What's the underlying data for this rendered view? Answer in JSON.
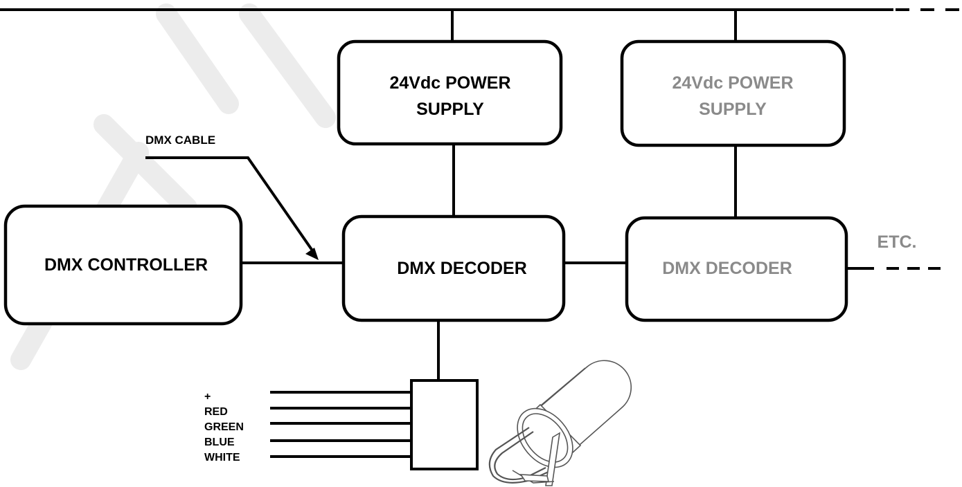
{
  "power_supply_1": {
    "line1": "24Vdc POWER",
    "line2": "SUPPLY"
  },
  "power_supply_2": {
    "line1": "24Vdc POWER",
    "line2": "SUPPLY"
  },
  "dmx_cable": "DMX CABLE",
  "dmx_controller": "DMX CONTROLLER",
  "dmx_decoder_1": "DMX DECODER",
  "dmx_decoder_2": "DMX DECODER",
  "etc": "ETC.",
  "wire_labels": [
    "+",
    "RED",
    "GREEN",
    "BLUE",
    "WHITE"
  ],
  "colors": {
    "primary": "#000000",
    "faded": "#8a8a8a",
    "watermark": "#ececec"
  },
  "icons": [
    "spotlight-fixture-icon"
  ]
}
